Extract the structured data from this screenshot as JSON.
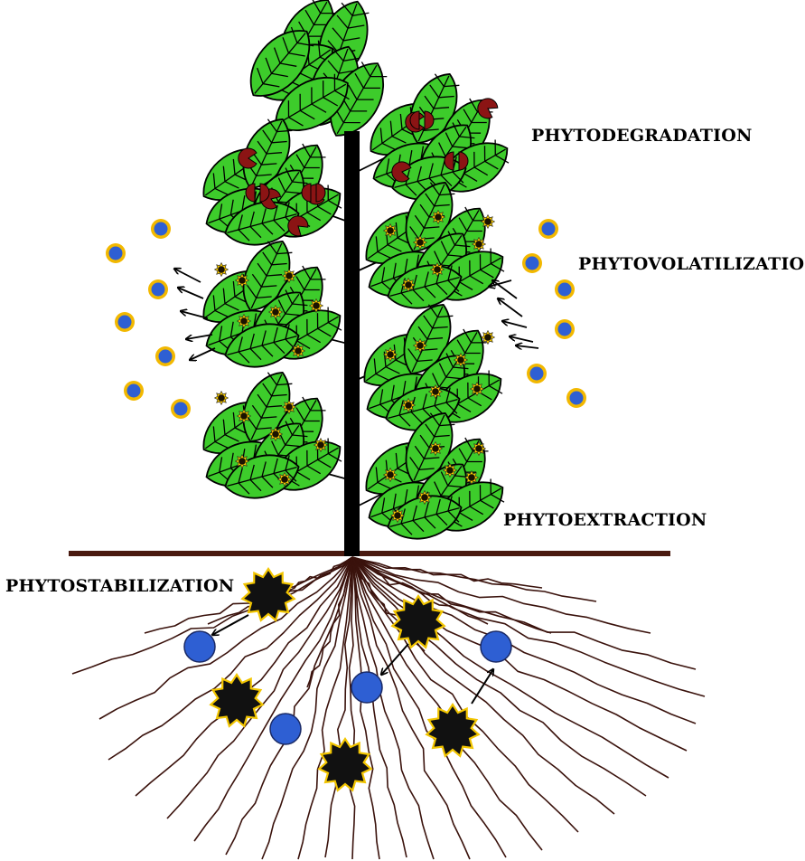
{
  "labels": {
    "phytodegradation": "PHYTODEGRADATION",
    "phytovolatilization": "PHYTOVOLATILIZATION",
    "phytoextraction": "PHYTOEXTRACTION",
    "phytostabilization": "PHYTOSTABILIZATION"
  },
  "colors": {
    "leaf_fill": "#3dcc2b",
    "leaf_stroke": "#000000",
    "stem": "#000000",
    "ground_line": "#4a1a10",
    "roots": "#3a120c",
    "degraded_pollutant": "#8b1414",
    "accumulated_pollutant_core": "#1a1200",
    "accumulated_pollutant_rays": "#f2c500",
    "volatile_molecule_fill": "#2e5fd3",
    "volatile_molecule_ring": "#f2b800",
    "soil_pollutant_fill": "#111111",
    "soil_pollutant_outline": "#f2c500",
    "soil_molecule": "#2e5fd3"
  },
  "icons": {
    "degraded_pollutant": "broken-pacman-icon",
    "accumulated_pollutant": "sunburst-icon",
    "volatile_molecule": "ringed-circle-icon",
    "soil_pollutant": "star-burst-icon",
    "soil_molecule": "circle-icon"
  }
}
